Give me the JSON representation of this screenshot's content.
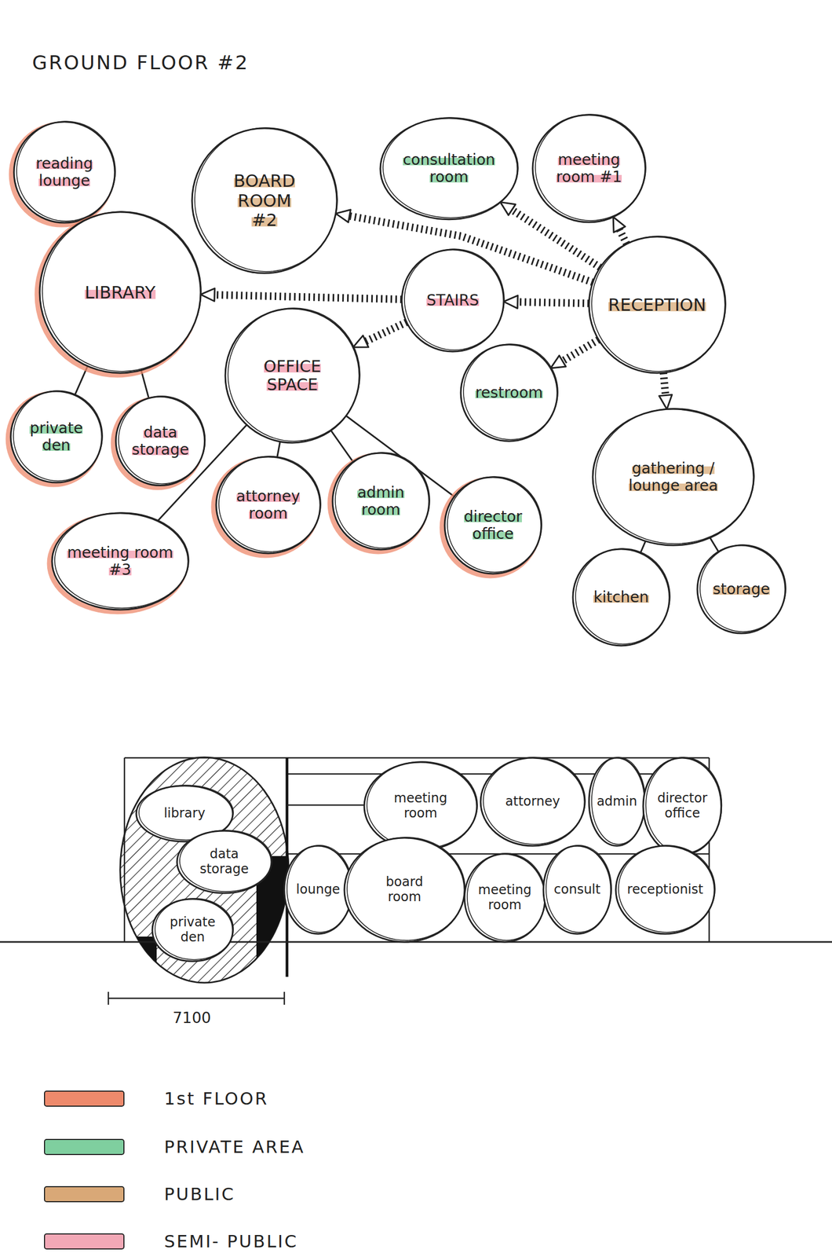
{
  "diagram": {
    "title": "GROUND FLOOR #2",
    "nodes": [
      {
        "text": [
          "reading lounge"
        ]
      },
      {
        "text": [
          "BOARD ROOM #2"
        ]
      },
      {
        "text": [
          "consultation room"
        ]
      },
      {
        "text": [
          "meeting room #1"
        ]
      },
      {
        "text": [
          "LIBRARY"
        ]
      },
      {
        "text": [
          "STAIRS"
        ]
      },
      {
        "text": [
          "RECEPTION"
        ]
      },
      {
        "text": [
          "OFFICE SPACE"
        ]
      },
      {
        "text": [
          "restroom"
        ]
      },
      {
        "text": [
          "gathering / lounge area"
        ]
      },
      {
        "text": [
          "private den"
        ]
      },
      {
        "text": [
          "data storage"
        ]
      },
      {
        "text": [
          "attorney room"
        ]
      },
      {
        "text": [
          "admin room"
        ]
      },
      {
        "text": [
          "director office"
        ]
      },
      {
        "text": [
          "meeting room #3"
        ]
      },
      {
        "text": [
          "kitchen"
        ]
      },
      {
        "text": [
          "storage"
        ]
      },
      {
        "text": [
          "library"
        ]
      },
      {
        "text": [
          "data storage"
        ]
      },
      {
        "text": [
          "private den"
        ]
      },
      {
        "text": [
          "meeting room"
        ]
      },
      {
        "text": [
          "attorney"
        ]
      },
      {
        "text": [
          "admin"
        ]
      },
      {
        "text": [
          "director office"
        ]
      },
      {
        "text": [
          "lounge"
        ]
      },
      {
        "text": [
          "board room"
        ]
      },
      {
        "text": [
          "meeting room"
        ]
      },
      {
        "text": [
          "consult"
        ]
      },
      {
        "text": [
          "receptionist"
        ]
      }
    ],
    "edges": [
      {
        "from": 0,
        "to": 4,
        "arrow": "none"
      },
      {
        "from": 4,
        "to": 10,
        "arrow": "none"
      },
      {
        "from": 4,
        "to": 11,
        "arrow": "none"
      },
      {
        "from": 5,
        "to": 4,
        "arrow": "to"
      },
      {
        "from": 5,
        "to": 7,
        "arrow": "to"
      },
      {
        "from": 6,
        "to": 1,
        "arrow": "to"
      },
      {
        "from": 6,
        "to": 2,
        "arrow": "to"
      },
      {
        "from": 6,
        "to": 3,
        "arrow": "to"
      },
      {
        "from": 6,
        "to": 5,
        "arrow": "to"
      },
      {
        "from": 6,
        "to": 8,
        "arrow": "to"
      },
      {
        "from": 6,
        "to": 9,
        "arrow": "to"
      },
      {
        "from": 7,
        "to": 12,
        "arrow": "none"
      },
      {
        "from": 7,
        "to": 13,
        "arrow": "none"
      },
      {
        "from": 7,
        "to": 14,
        "arrow": "none"
      },
      {
        "from": 7,
        "to": 15,
        "arrow": "none"
      },
      {
        "from": 9,
        "to": 16,
        "arrow": "none"
      },
      {
        "from": 9,
        "to": 17,
        "arrow": "none"
      }
    ],
    "labels": [
      "7100"
    ],
    "legend": [
      {
        "text": "1st FLOOR",
        "color": "#ee8a6c"
      },
      {
        "text": "PRIVATE AREA",
        "color": "#7fcf9f"
      },
      {
        "text": "PUBLIC",
        "color": "#d9a877"
      },
      {
        "text": "SEMI- PUBLIC",
        "color": "#f2a8b6"
      }
    ]
  }
}
